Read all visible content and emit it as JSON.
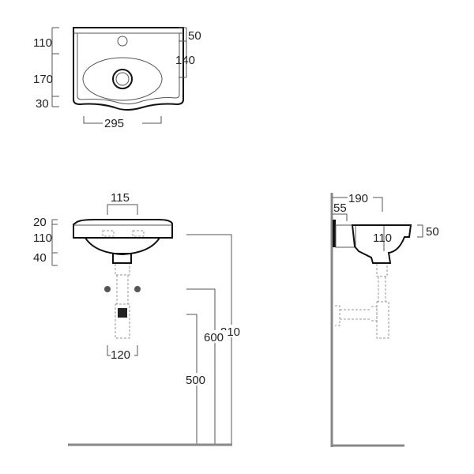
{
  "top_view": {
    "left_dims": [
      "110",
      "170",
      "30"
    ],
    "right_dims": [
      "50",
      "140"
    ],
    "width": "295"
  },
  "front_view": {
    "top_dim": "115",
    "left_dims": [
      "20",
      "110",
      "40"
    ],
    "bottom_dim": "120",
    "heights": [
      "810",
      "600",
      "500"
    ]
  },
  "side_view": {
    "depth": "190",
    "bracket": "55",
    "bowl_depth": "110",
    "rim": "50"
  },
  "colors": {
    "line": "#111111",
    "dim": "#555555",
    "hidden": "#999999",
    "wall": "#888888"
  }
}
